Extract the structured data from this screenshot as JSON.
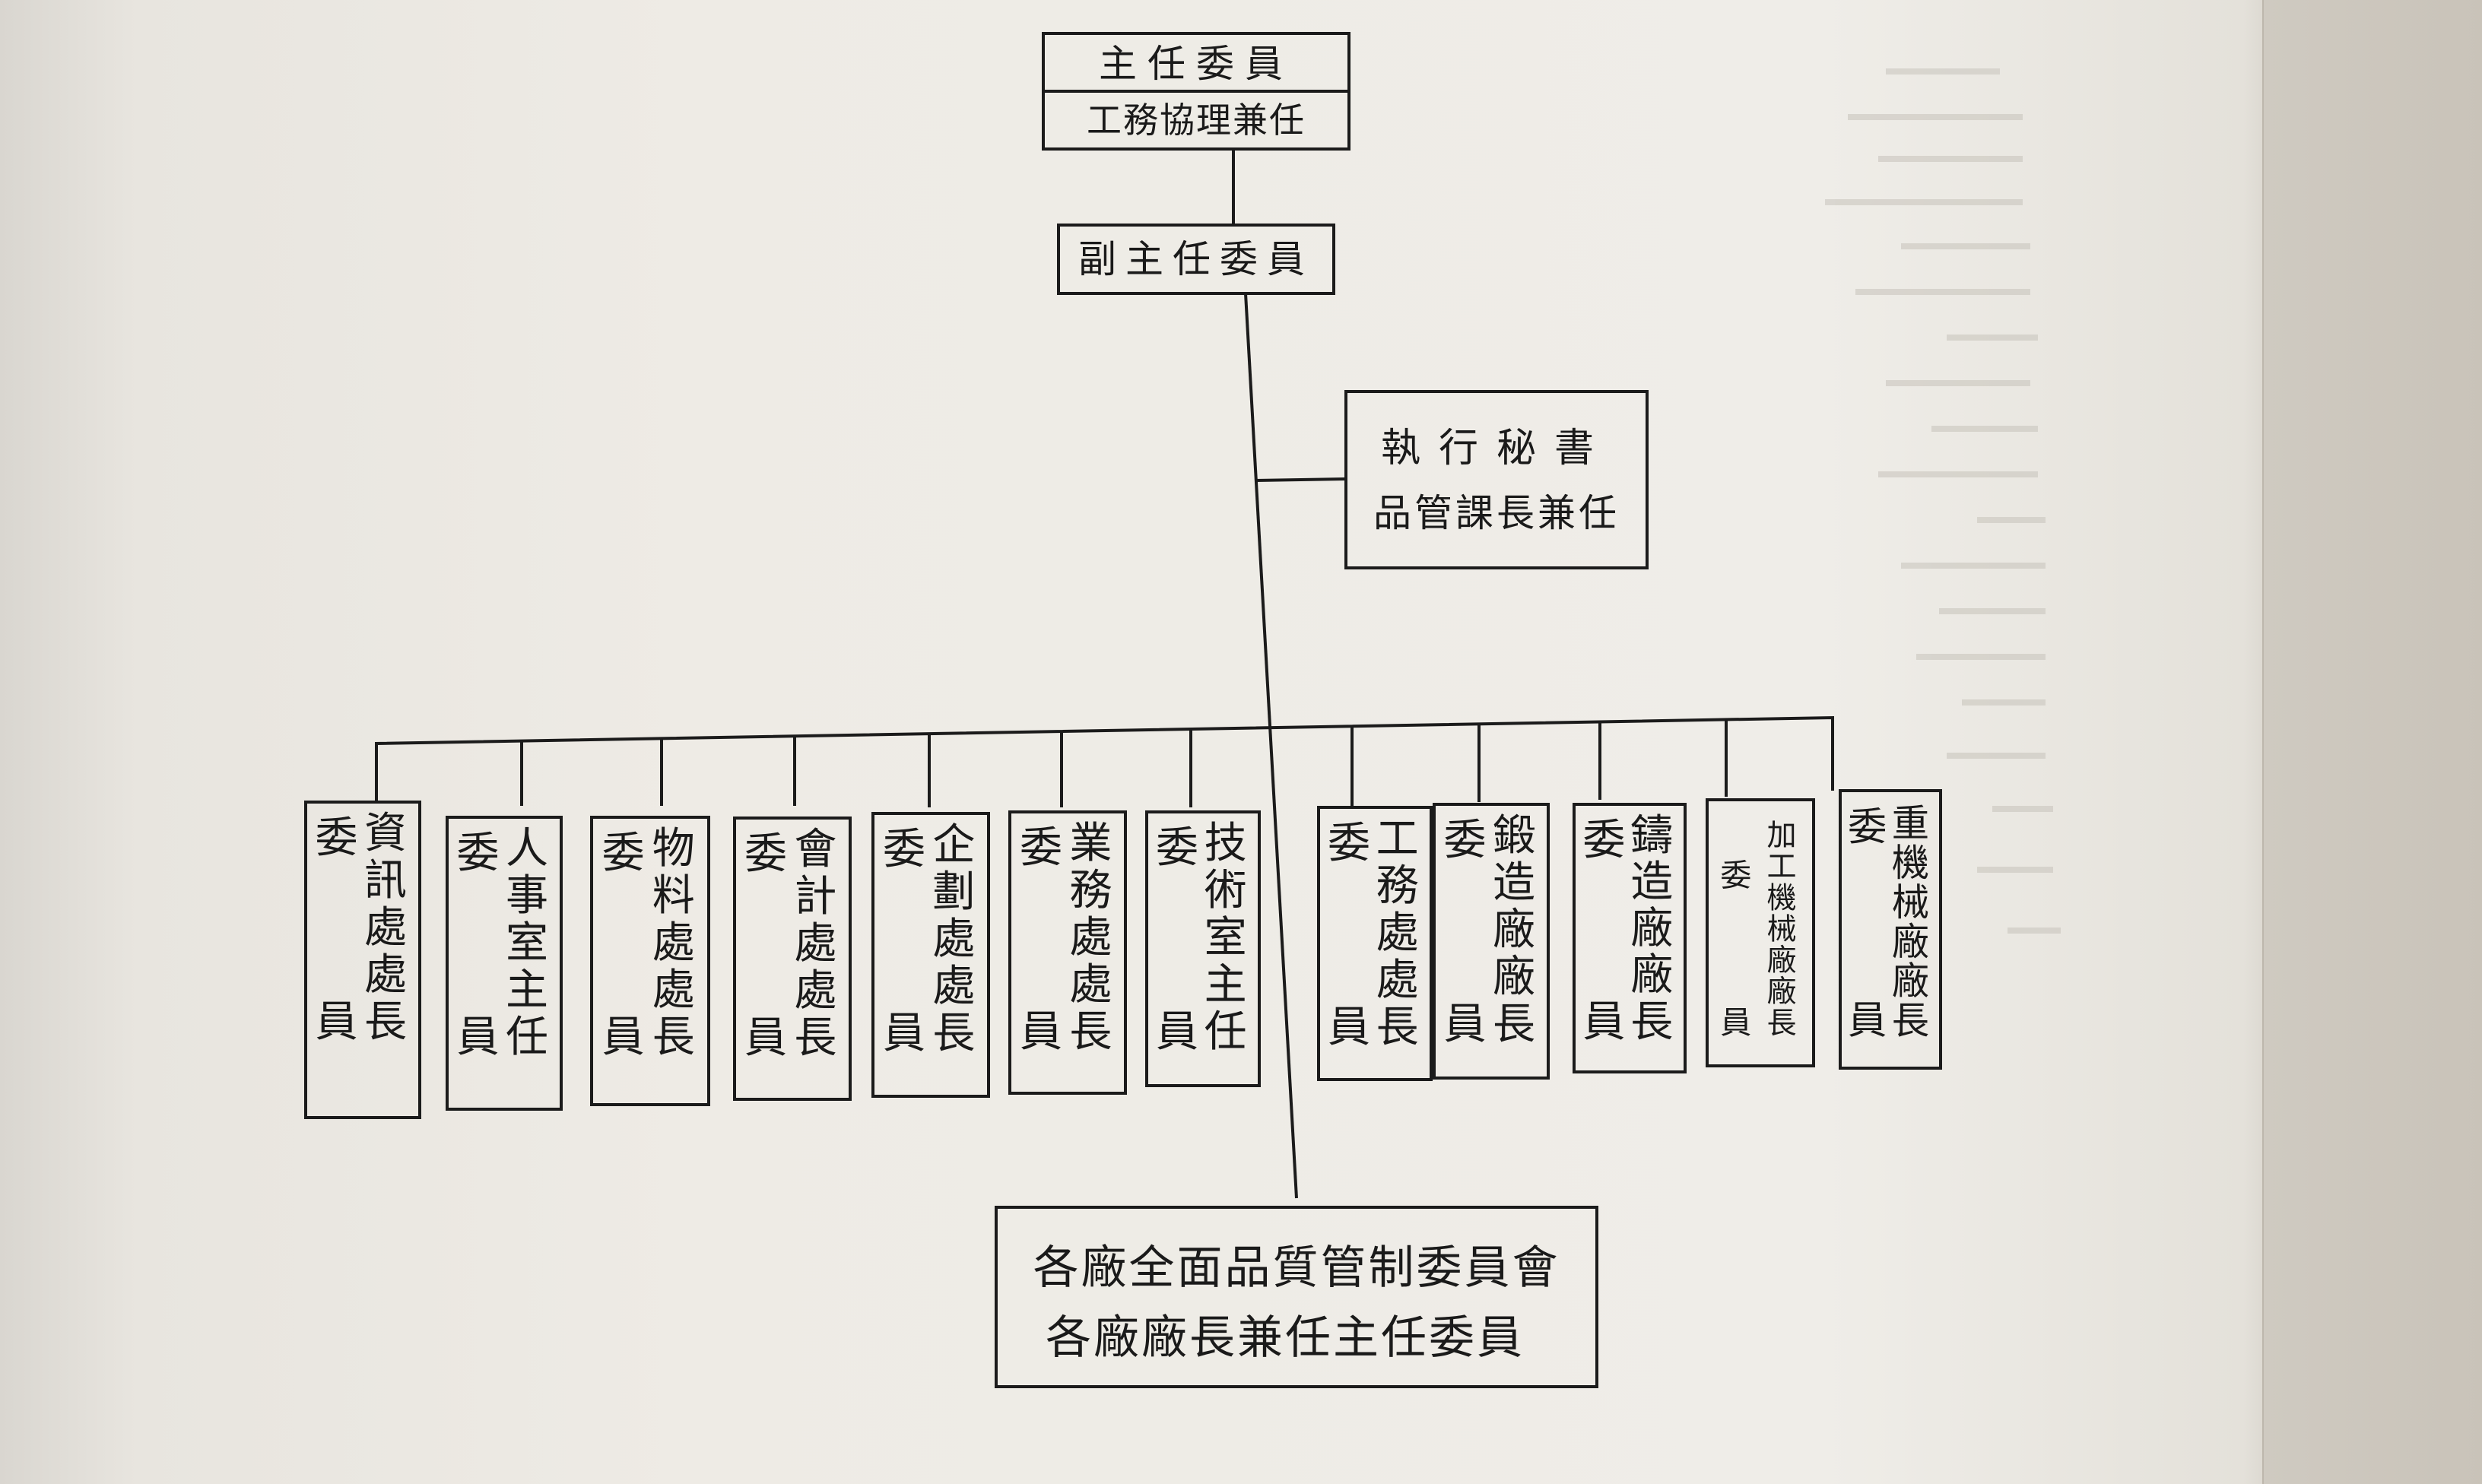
{
  "org_chart": {
    "top": {
      "title": "主任委員",
      "note": "工務協理兼任"
    },
    "deputy": {
      "title": "副主任委員"
    },
    "secretary": {
      "title": "執行秘書",
      "note": "品管課長兼任"
    },
    "members": [
      {
        "role": "委員",
        "post": "資訊處處長"
      },
      {
        "role": "委員",
        "post": "人事室主任"
      },
      {
        "role": "委員",
        "post": "物料處處長"
      },
      {
        "role": "委員",
        "post": "會計處處長"
      },
      {
        "role": "委員",
        "post": "企劃處處長"
      },
      {
        "role": "委員",
        "post": "業務處處長"
      },
      {
        "role": "委員",
        "post": "技術室主任"
      },
      {
        "role": "委員",
        "post": "工務處處長"
      },
      {
        "role": "委員",
        "post": "鍛造廠廠長"
      },
      {
        "role": "委員",
        "post": "鑄造廠廠長"
      },
      {
        "role": "委員",
        "post": "加工機械廠廠長"
      },
      {
        "role": "委員",
        "post": "重機械廠廠長"
      }
    ],
    "bottom": {
      "title": "各廠全面品質管制委員會",
      "note": "各廠廠長兼任主任委員"
    }
  }
}
